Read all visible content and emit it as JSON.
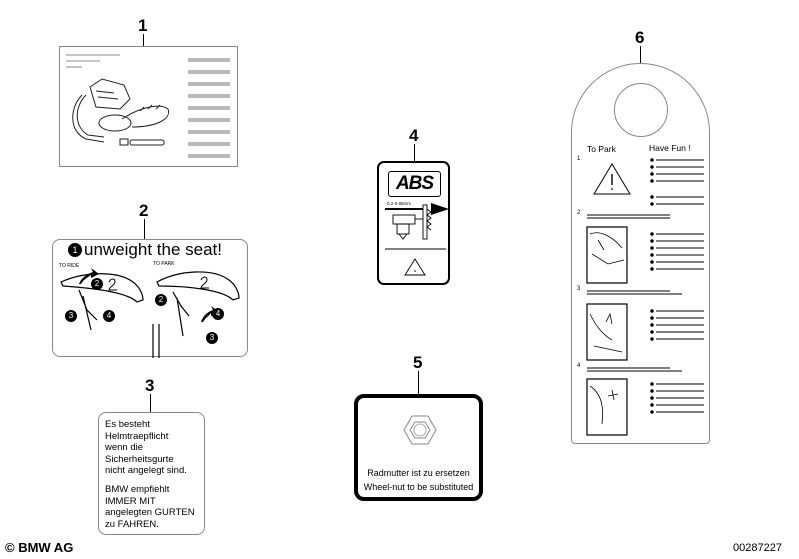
{
  "callouts": [
    "1",
    "2",
    "3",
    "4",
    "5",
    "6"
  ],
  "label2": {
    "title": "unweight the seat!",
    "to_ride": "TO RIDE",
    "to_park": "TO PARK",
    "step_numbers": [
      "1",
      "2",
      "3",
      "4"
    ]
  },
  "label3": {
    "paragraph1": [
      "Es besteht",
      "Helmtraepflicht",
      "wenn die",
      "Sicherheitsgurte",
      "nicht angelegt sind."
    ],
    "paragraph2": [
      "BMW empfiehlt",
      "IMMER MIT",
      "angelegten GURTEN",
      "zu FAHREN."
    ]
  },
  "label4": {
    "logo": "ABS",
    "gap": "0.2-0.85mm"
  },
  "label5": {
    "line1": "Radmutter ist zu ersetzen",
    "line2": "Wheel-nut to be substituted"
  },
  "label6": {
    "to_park": "To Park",
    "have_fun": "Have Fun !",
    "steps": [
      "1",
      "2",
      "3",
      "4"
    ]
  },
  "footer": {
    "brand": "© BMW AG",
    "code": "00287227"
  }
}
